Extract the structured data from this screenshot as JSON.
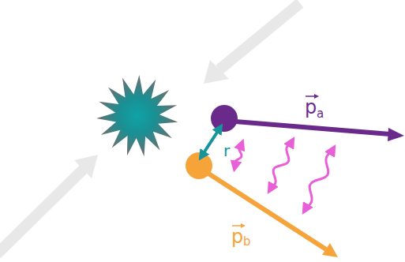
{
  "diagram": {
    "labels": [
      "r",
      "p",
      "a",
      "p",
      "b"
    ]
  }
}
